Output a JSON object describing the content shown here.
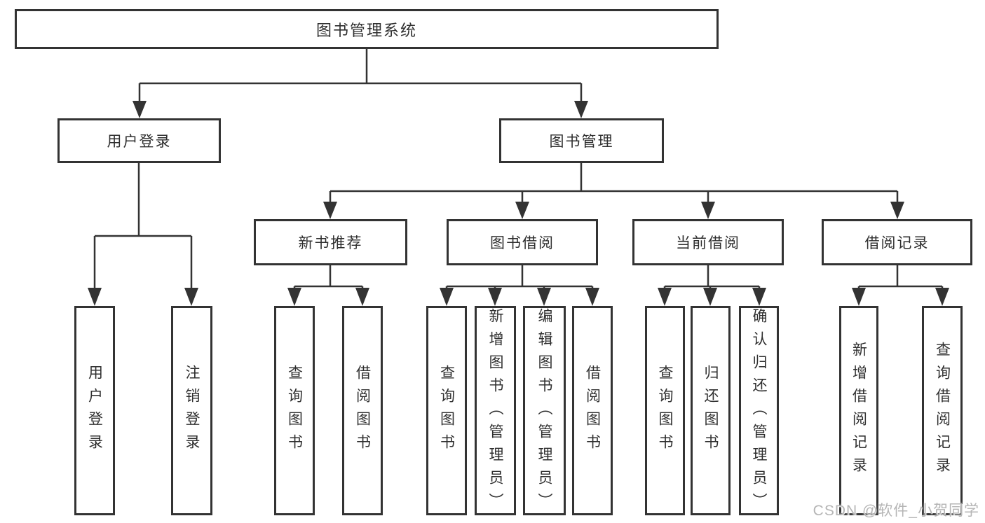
{
  "diagram_title": "图书管理系统",
  "tree": {
    "label": "图书管理系统",
    "children": [
      {
        "label": "用户登录",
        "children": [
          {
            "label": "用户登录"
          },
          {
            "label": "注销登录"
          }
        ]
      },
      {
        "label": "图书管理",
        "children": [
          {
            "label": "新书推荐",
            "children": [
              {
                "label": "查询图书"
              },
              {
                "label": "借阅图书"
              }
            ]
          },
          {
            "label": "图书借阅",
            "children": [
              {
                "label": "查询图书"
              },
              {
                "label": "新增图书（管理员）"
              },
              {
                "label": "编辑图书（管理员）"
              },
              {
                "label": "借阅图书"
              }
            ]
          },
          {
            "label": "当前借阅",
            "children": [
              {
                "label": "查询图书"
              },
              {
                "label": "归还图书"
              },
              {
                "label": "确认归还（管理员）"
              }
            ]
          },
          {
            "label": "借阅记录",
            "children": [
              {
                "label": "新增借阅记录"
              },
              {
                "label": "查询借阅记录"
              }
            ]
          }
        ]
      }
    ]
  },
  "watermark": {
    "text": "CSDN @软件_小贺同学",
    "color": "#b5b5b5"
  },
  "colors": {
    "border": "#333333",
    "line": "#333333",
    "text": "#2f2f2f",
    "background": "#ffffff"
  }
}
